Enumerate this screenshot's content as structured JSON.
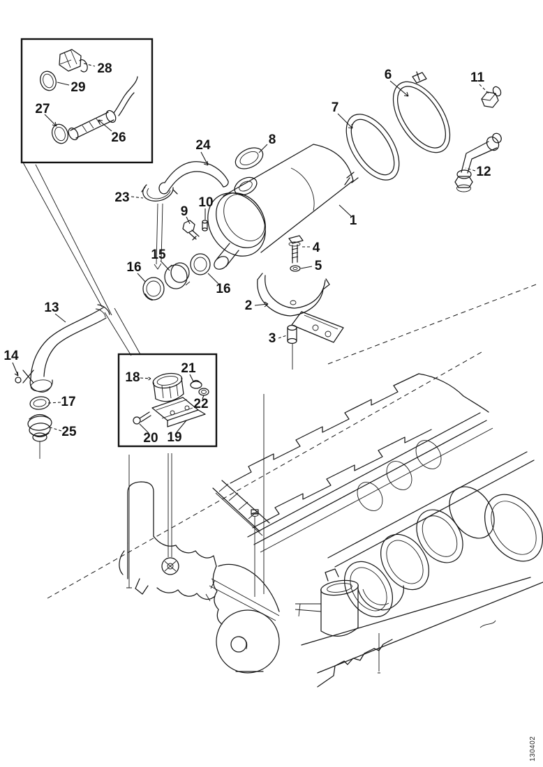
{
  "figure": {
    "corner_code": "130402"
  },
  "callouts": {
    "c1": "1",
    "c2": "2",
    "c3": "3",
    "c4": "4",
    "c5": "5",
    "c6": "6",
    "c7": "7",
    "c8": "8",
    "c9": "9",
    "c10": "10",
    "c11": "11",
    "c12": "12",
    "c13": "13",
    "c14": "14",
    "c15": "15",
    "c16a": "16",
    "c16b": "16",
    "c17": "17",
    "c18": "18",
    "c19": "19",
    "c20": "20",
    "c21": "21",
    "c22": "22",
    "c23": "23",
    "c24": "24",
    "c25": "25",
    "c26": "26",
    "c27": "27",
    "c28": "28",
    "c29": "29"
  }
}
